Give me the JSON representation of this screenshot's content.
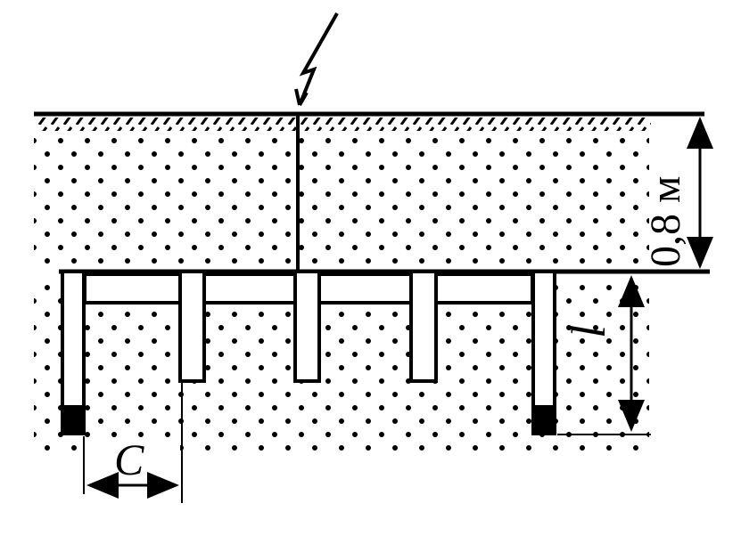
{
  "diagram": {
    "labels": {
      "depth": "0,8 м",
      "length": "l",
      "spacing": "C"
    },
    "electrode_count": 5,
    "colors": {
      "ink": "#000000",
      "background": "#ffffff"
    }
  }
}
